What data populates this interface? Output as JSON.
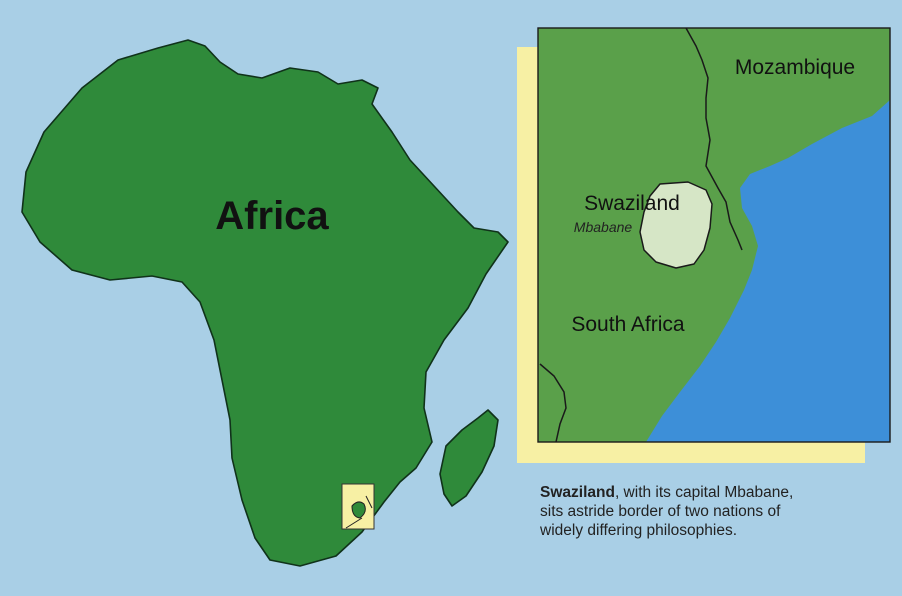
{
  "map": {
    "main_label": "Africa",
    "inset": {
      "labels": {
        "mozambique": "Mozambique",
        "swaziland": "Swaziland",
        "capital": "Mbabane",
        "south_africa": "South Africa"
      }
    }
  },
  "caption": {
    "bold_text": "Swaziland",
    "line1_rest": ", with its capital Mbabane,",
    "line2": "sits astride border of two nations of",
    "line3": "widely differing philosophies."
  },
  "colors": {
    "ocean": "#a9cfe6",
    "continent": "#2f8a3a",
    "inset_land": "#5aa04a",
    "inset_sea": "#3d8fd8",
    "swaziland": "#d6e6c6",
    "highlight": "#f7f0a4"
  }
}
